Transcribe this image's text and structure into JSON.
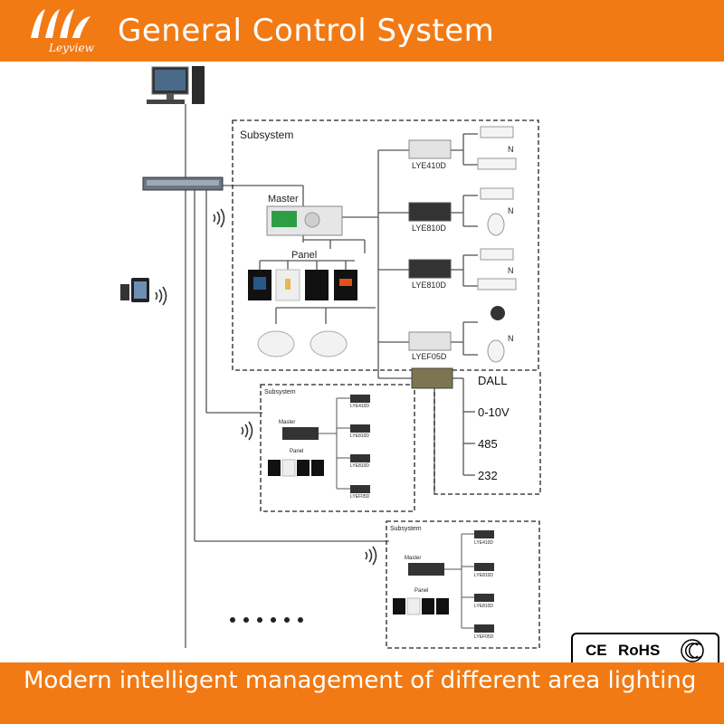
{
  "header": {
    "title": "General Control System",
    "logo_text": "Leyview"
  },
  "footer": {
    "text": "Modern intelligent management of different area lighting"
  },
  "main_subsystem": {
    "label": "Subsystem",
    "master": "Master",
    "panel": "Panel",
    "drivers": [
      "LYE410D",
      "LYE810D",
      "LYE810D",
      "LYEF05D"
    ],
    "n_label": "N"
  },
  "outputs": [
    "DALL",
    "0-10V",
    "485",
    "232"
  ],
  "sub2": {
    "label": "Subsystem",
    "master": "Master",
    "panel": "Panel",
    "drivers": [
      "LYE410D",
      "LYE810D",
      "LYE810D",
      "LYEF05D"
    ]
  },
  "sub3": {
    "label": "Subsystem",
    "master": "Master",
    "panel": "Panel",
    "drivers": [
      "LYE410D",
      "LYE810D",
      "LYE810D",
      "LYEF05D"
    ]
  },
  "certs": {
    "ce": "CE",
    "rohs": "RoHS"
  }
}
